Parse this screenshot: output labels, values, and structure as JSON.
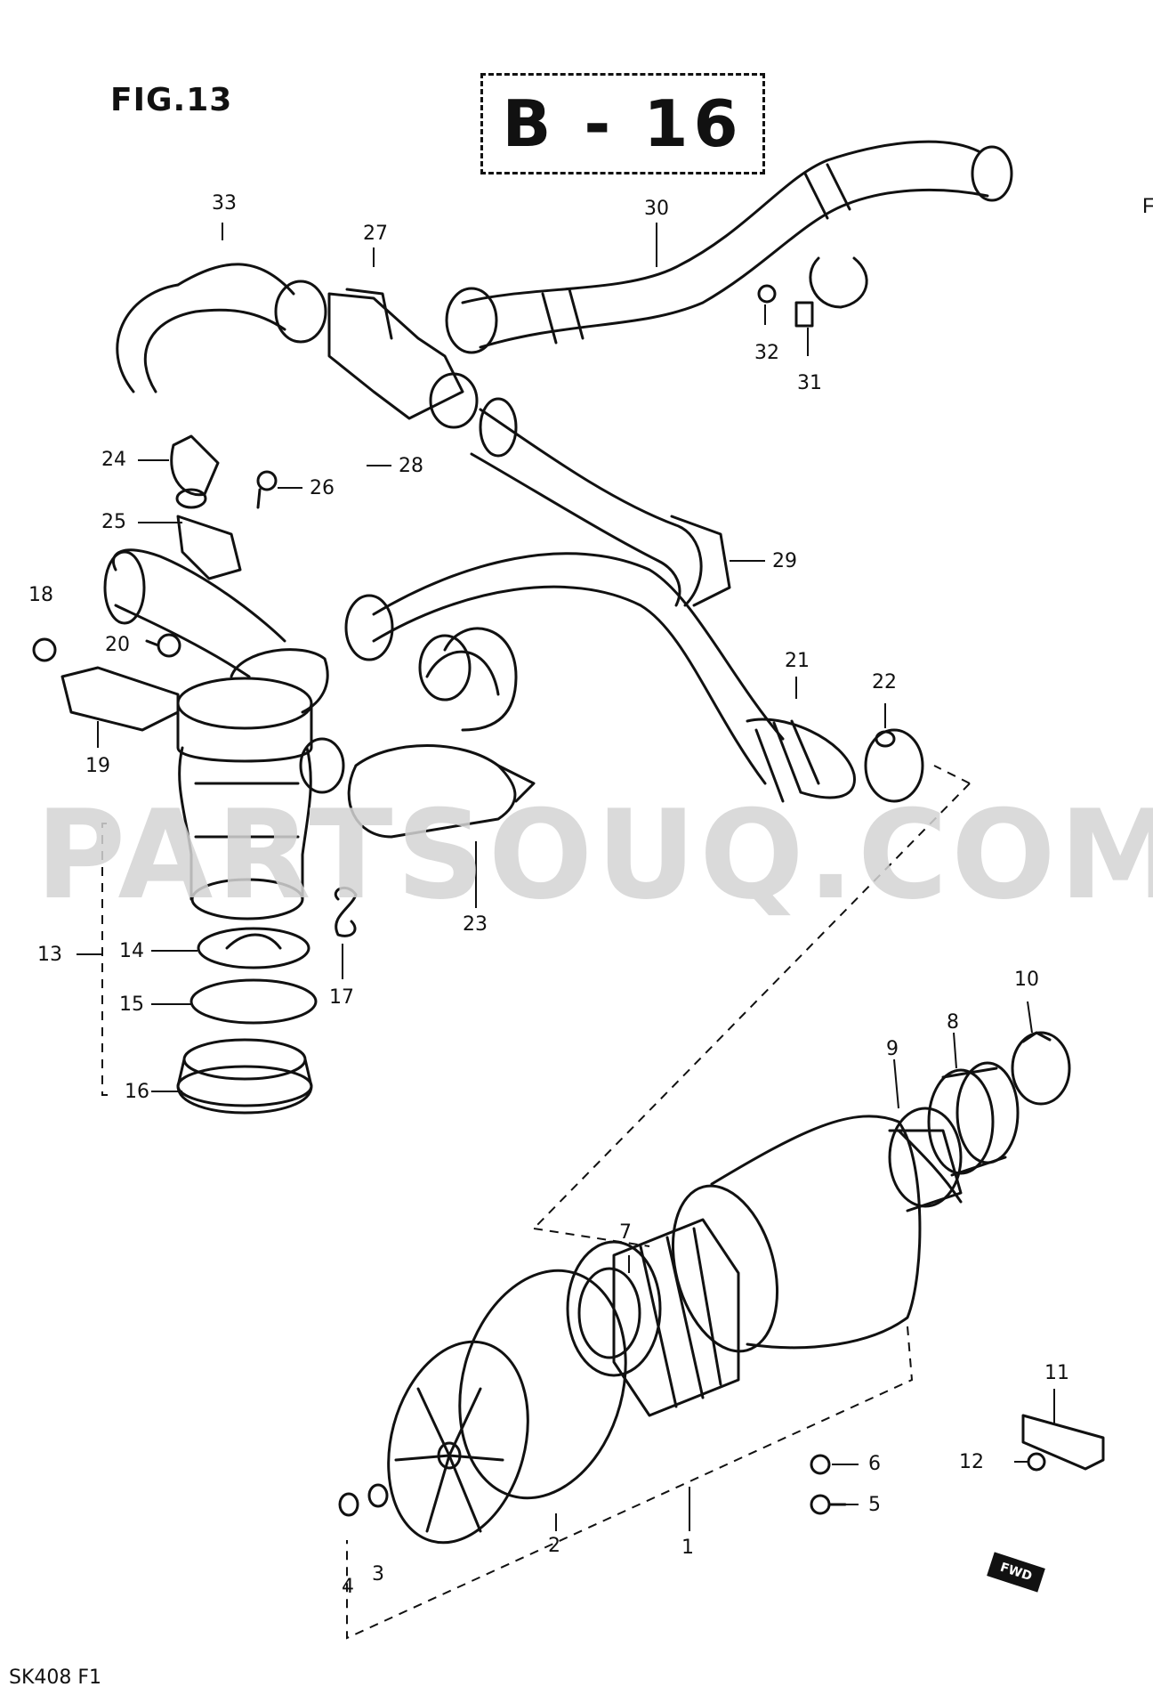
{
  "figure": {
    "title": "FIG.13",
    "badge": "B - 16",
    "code": "SK408 F1",
    "corner_mark": "F"
  },
  "watermark": "PARTSOUQ.COM",
  "direction_mark": "FWD",
  "parts": [
    {
      "n": "1"
    },
    {
      "n": "2"
    },
    {
      "n": "3"
    },
    {
      "n": "4"
    },
    {
      "n": "5"
    },
    {
      "n": "6"
    },
    {
      "n": "7"
    },
    {
      "n": "8"
    },
    {
      "n": "9"
    },
    {
      "n": "10"
    },
    {
      "n": "11"
    },
    {
      "n": "12"
    },
    {
      "n": "13"
    },
    {
      "n": "14"
    },
    {
      "n": "15"
    },
    {
      "n": "16"
    },
    {
      "n": "17"
    },
    {
      "n": "18"
    },
    {
      "n": "19"
    },
    {
      "n": "20"
    },
    {
      "n": "21"
    },
    {
      "n": "22"
    },
    {
      "n": "23"
    },
    {
      "n": "24"
    },
    {
      "n": "25"
    },
    {
      "n": "26"
    },
    {
      "n": "27"
    },
    {
      "n": "28"
    },
    {
      "n": "29"
    },
    {
      "n": "30"
    },
    {
      "n": "31"
    },
    {
      "n": "32"
    },
    {
      "n": "33"
    }
  ]
}
